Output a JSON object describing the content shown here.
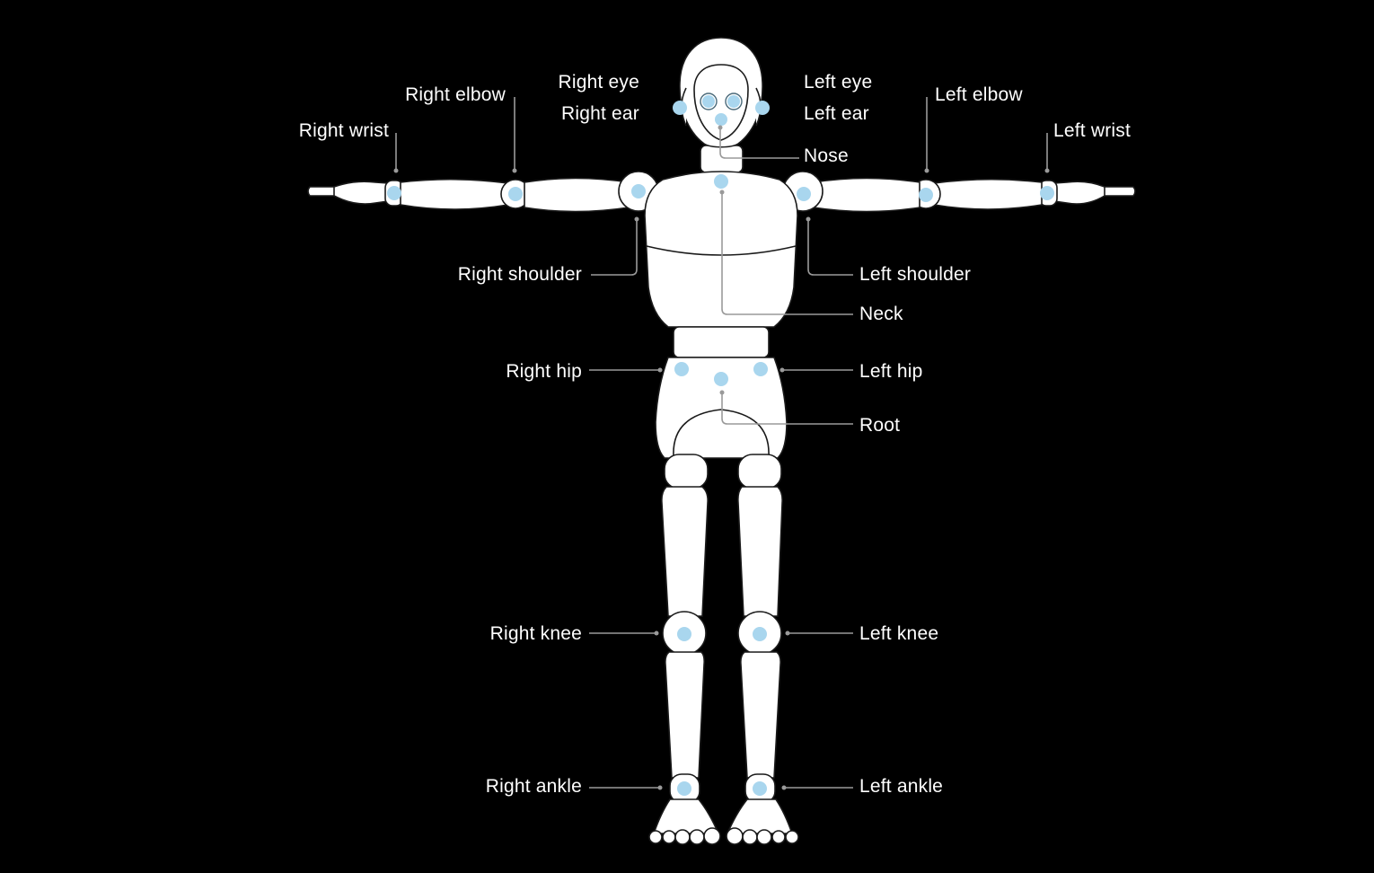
{
  "colors": {
    "background": "#000000",
    "body_fill": "#ffffff",
    "body_outline": "#1a1a1a",
    "joint": "#a9d6ee",
    "leader": "#9a9a9a",
    "label": "#ffffff"
  },
  "labels": {
    "right_wrist": "Right wrist",
    "right_elbow": "Right elbow",
    "right_eye": "Right eye",
    "right_ear": "Right ear",
    "left_eye": "Left eye",
    "left_ear": "Left ear",
    "left_elbow": "Left elbow",
    "left_wrist": "Left wrist",
    "nose": "Nose",
    "right_shoulder": "Right shoulder",
    "left_shoulder": "Left shoulder",
    "neck": "Neck",
    "right_hip": "Right hip",
    "left_hip": "Left hip",
    "root": "Root",
    "right_knee": "Right knee",
    "left_knee": "Left knee",
    "right_ankle": "Right ankle",
    "left_ankle": "Left ankle"
  }
}
